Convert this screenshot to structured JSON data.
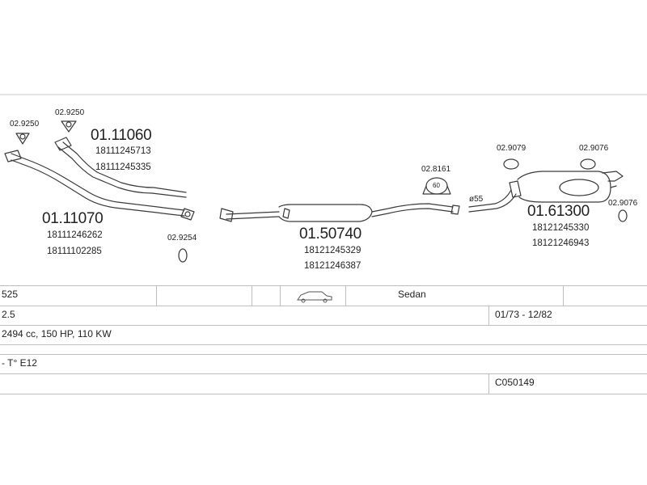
{
  "components": {
    "downpipe_1": {
      "number": "01.11070",
      "oem": [
        "18111246262",
        "18111102285"
      ]
    },
    "downpipe_2": {
      "number": "01.11060",
      "oem": [
        "18111245713",
        "18111245335"
      ]
    },
    "middle_silencer": {
      "number": "01.50740",
      "oem": [
        "18121245329",
        "18121246387"
      ]
    },
    "rear_silencer": {
      "number": "01.61300",
      "oem": [
        "18121245330",
        "18121246943"
      ]
    }
  },
  "accessories": {
    "gasket_a": "02.9250",
    "gasket_b": "02.9250",
    "ring_a": "02.9254",
    "hanger_mid": "02.8161",
    "hanger_mid_size": "60",
    "hanger_rear_a": "02.9079",
    "hanger_rear_b": "02.9076",
    "ring_rear": "02.9076",
    "pipe_diameter": "ø55"
  },
  "vehicle": {
    "model": "525",
    "body": "Sedan",
    "engine": "2.5",
    "years": "01/73 - 12/82",
    "spec": "2494 cc, 150 HP, 110 KW",
    "chassis": "- T° E12",
    "code": "C050149"
  },
  "colors": {
    "line": "#3a3a3a",
    "grid": "#bdbdbd"
  }
}
